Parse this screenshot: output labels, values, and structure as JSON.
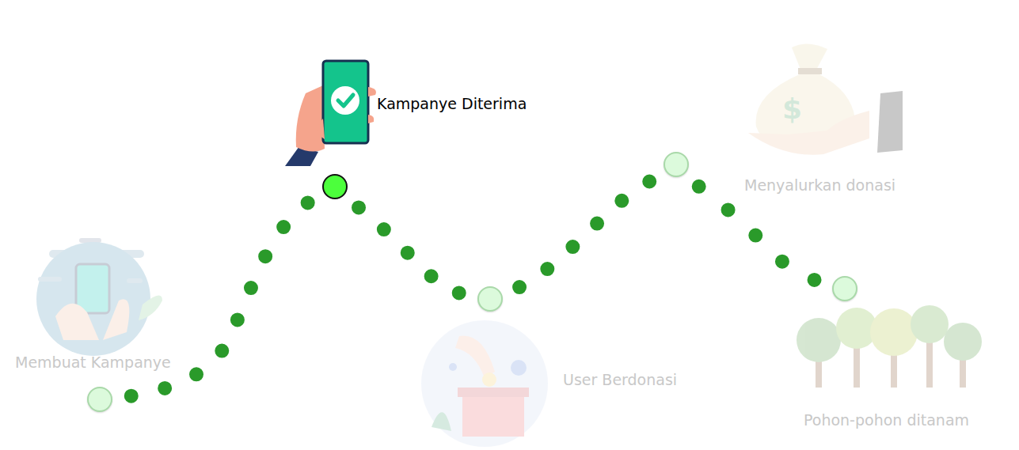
{
  "diagram": {
    "nodes": [
      {
        "text": [
          "Membuat Kampanye"
        ]
      },
      {
        "text": [
          "Kampanye Diterima"
        ]
      },
      {
        "text": [
          "User Berdonasi"
        ]
      },
      {
        "text": [
          "Menyalurkan donasi"
        ]
      },
      {
        "text": [
          "Pohon-pohon ditanam"
        ]
      }
    ],
    "edges": [
      {
        "from": 0,
        "to": 1,
        "arrow": "none"
      },
      {
        "from": 1,
        "to": 2,
        "arrow": "none"
      },
      {
        "from": 2,
        "to": 3,
        "arrow": "none"
      },
      {
        "from": 3,
        "to": 4,
        "arrow": "none"
      }
    ]
  }
}
